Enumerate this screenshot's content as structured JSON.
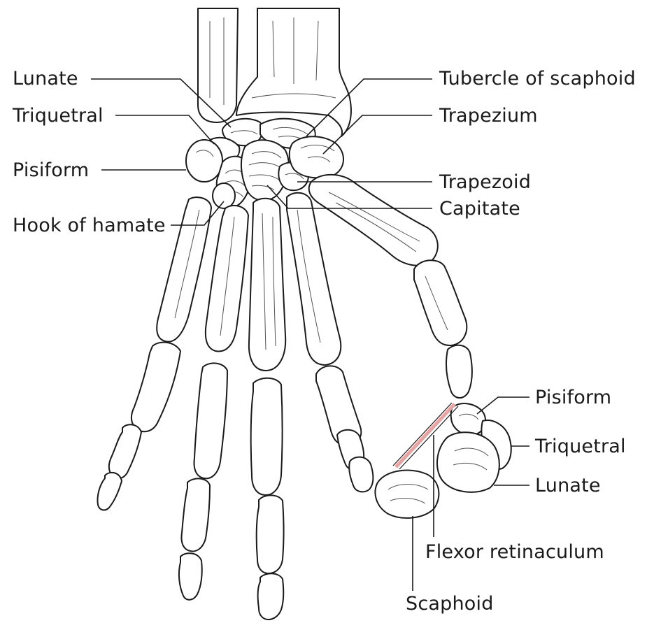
{
  "diagram": {
    "colors": {
      "line": "#1a1a1a",
      "bone_fill": "#ffffff",
      "retinaculum": "#e8a3a3"
    },
    "labels": {
      "lunate_top": "Lunate",
      "triquetral_top": "Triquetral",
      "pisiform_top": "Pisiform",
      "hook_of_hamate": "Hook of hamate",
      "tubercle_of_scaphoid": "Tubercle of scaphoid",
      "trapezium": "Trapezium",
      "trapezoid": "Trapezoid",
      "capitate": "Capitate",
      "pisiform_section": "Pisiform",
      "triquetral_section": "Triquetral",
      "lunate_section": "Lunate",
      "flexor_retinaculum": "Flexor retinaculum",
      "scaphoid_section": "Scaphoid"
    }
  }
}
